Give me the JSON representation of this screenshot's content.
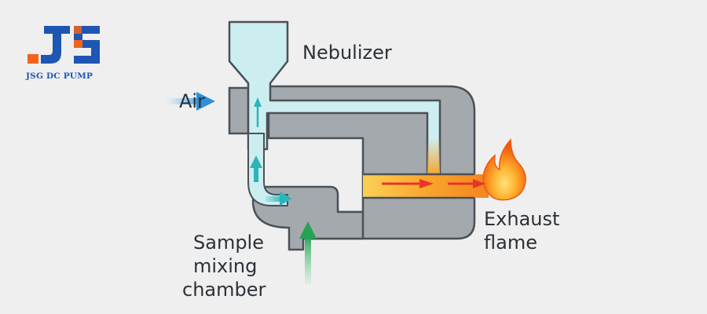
{
  "brand": {
    "name": "JSG DC PUMP"
  },
  "labels": {
    "nebulizer": "Nebulizer",
    "air": "Air",
    "exhaust_line1": "Exhaust",
    "exhaust_line2": "flame",
    "sample_line1": "Sample",
    "sample_line2": "mixing",
    "sample_line3": "chamber"
  },
  "colors": {
    "background": "#efefef",
    "body": "#a4a9ae",
    "outline": "#4b5157",
    "channel": "#cdeef0",
    "air_arrow": "#2f8fd8",
    "mist_arrow": "#2bb5b8",
    "sample_arrow": "#26a356",
    "exhaust_arrow": "#e8352a",
    "flame": "#f36a10",
    "exhaust_channel": "#f7a32a",
    "logo_blue": "#1e56b3",
    "logo_orange": "#f2641d"
  },
  "icons": [
    "flame-icon",
    "logo-mark"
  ]
}
